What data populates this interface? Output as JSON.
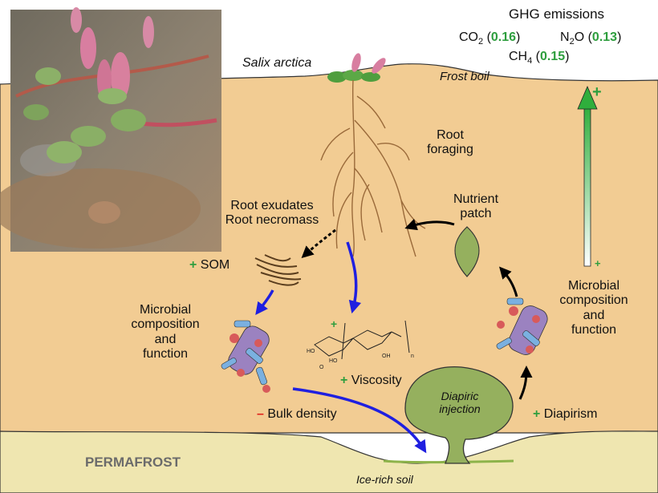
{
  "header": {
    "title": "GHG emissions",
    "gases": [
      {
        "formula": "CO",
        "sub": "2",
        "value": "0.16"
      },
      {
        "formula": "N",
        "sub": "2",
        "tail": "O",
        "value": "0.13"
      },
      {
        "formula": "CH",
        "sub": "4",
        "value": "0.15"
      }
    ]
  },
  "labels": {
    "plant": "Salix arctica",
    "frost_boil": "Frost boil",
    "root_foraging_1": "Root",
    "root_foraging_2": "foraging",
    "exudates": "Root exudates",
    "necromass": "Root necromass",
    "nutrient_1": "Nutrient",
    "nutrient_2": "patch",
    "som": "SOM",
    "microbial_left": [
      "Microbial",
      "composition",
      "and",
      "function"
    ],
    "microbial_right": [
      "Microbial",
      "composition",
      "and",
      "function"
    ],
    "viscosity": "Viscosity",
    "bulk_density": "Bulk density",
    "diapirism": "Diapirism",
    "diapiric_1": "Diapiric",
    "diapiric_2": "injection",
    "permafrost": "PERMAFROST",
    "ice_rich": "Ice-rich soil"
  },
  "signs": {
    "plus": "+",
    "minus": "–"
  },
  "molecule": {
    "ho": "HO",
    "oh": "OH",
    "o": "O",
    "n": "n"
  },
  "colors": {
    "soil": "#f2cc93",
    "permafrost": "#efe6b0",
    "ice": "#8db34a",
    "patch": "#95b05e",
    "blue_arrow": "#1f1fe0",
    "green_arrow": "#2fae3c",
    "root": "#9a6a3a"
  }
}
